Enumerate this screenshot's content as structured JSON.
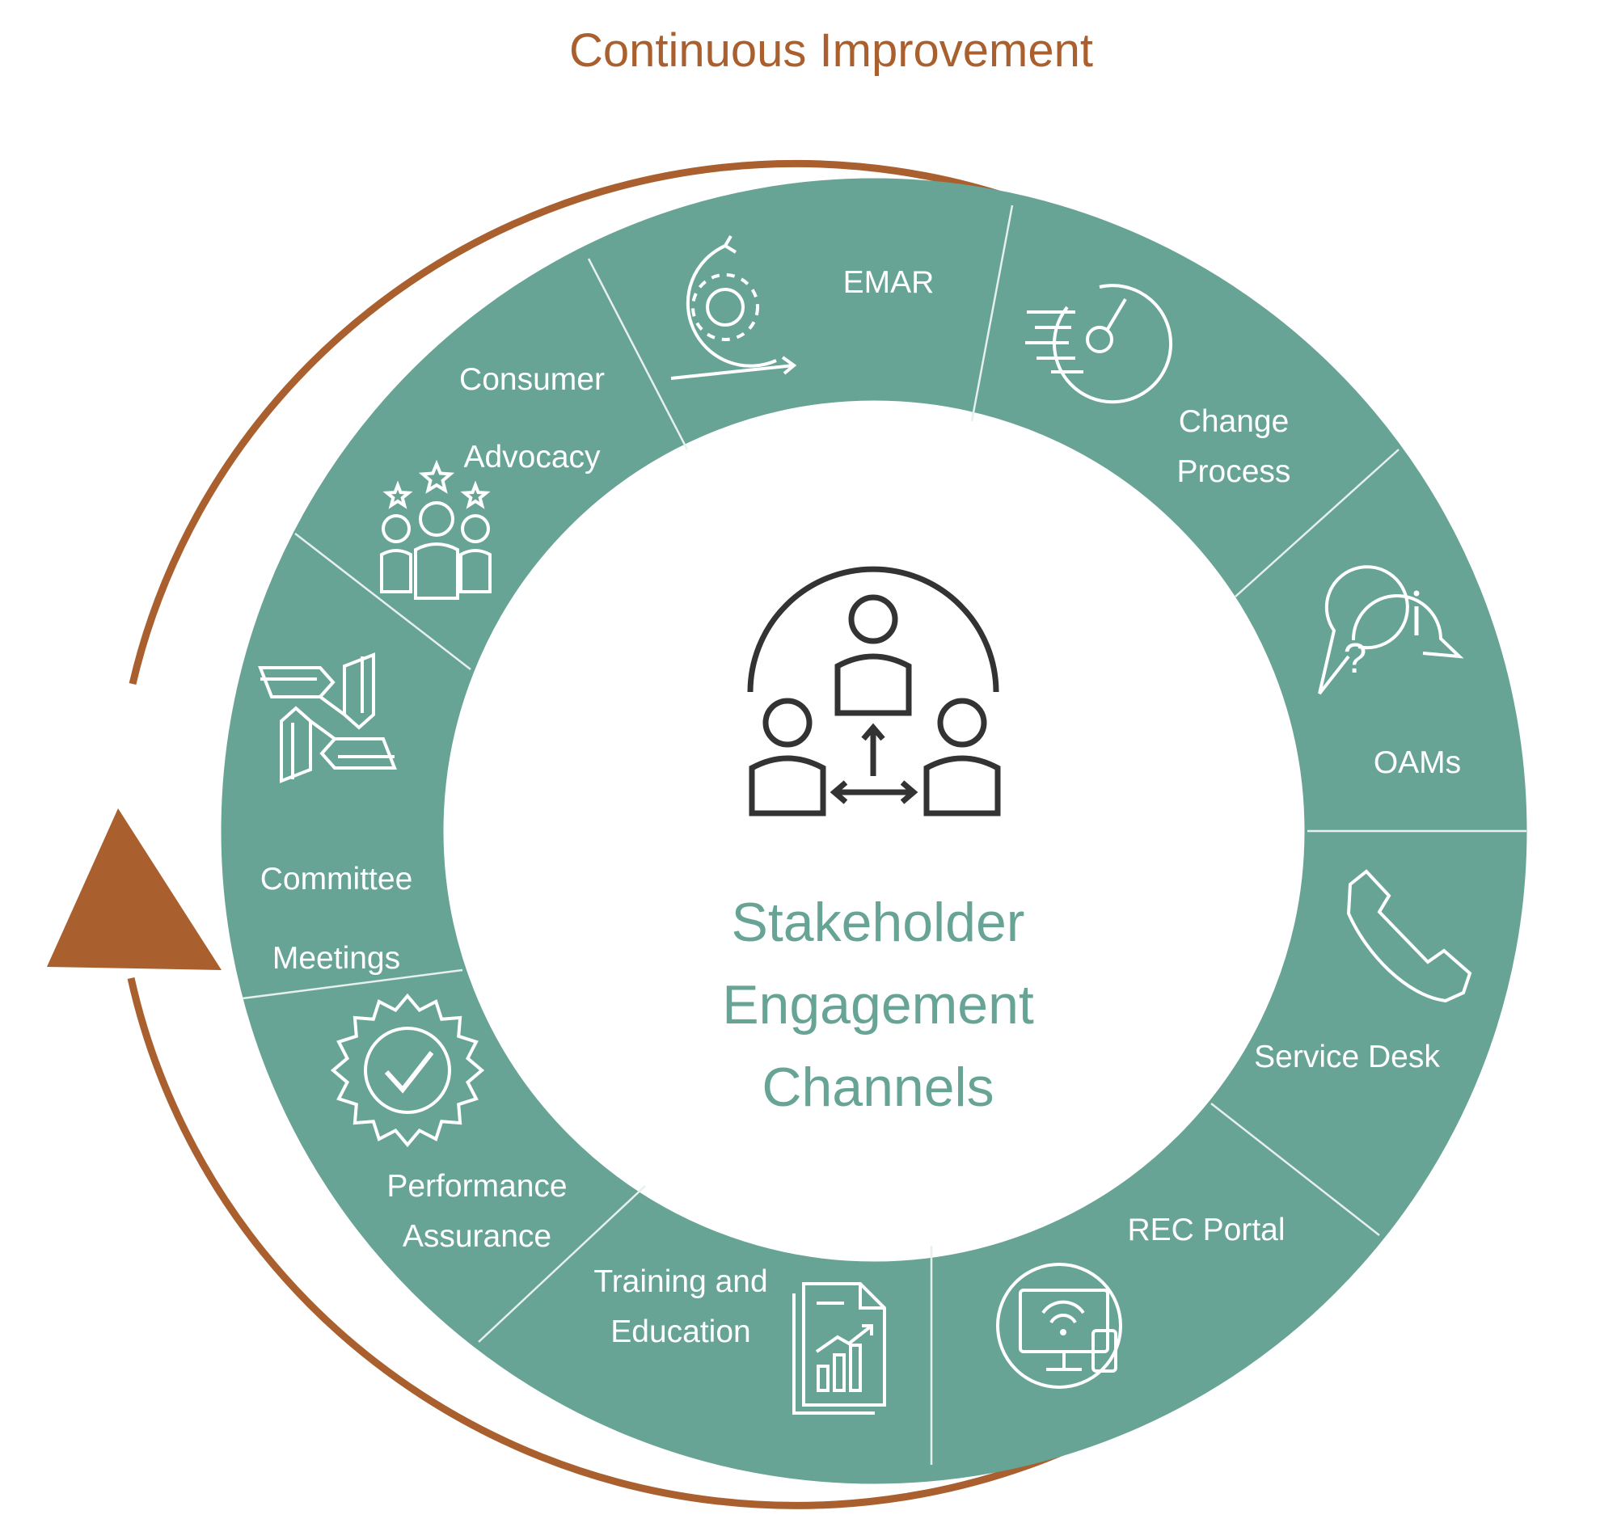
{
  "title": "Continuous Improvement",
  "colors": {
    "accent": "#A9602E",
    "ring": "#68A495",
    "ring_divider": "#E6F0ED",
    "icon_line": "#FFFFFF",
    "center_icon": "#333333",
    "center_text": "#68A495"
  },
  "center": {
    "icon": "stakeholder-group-icon",
    "lines": [
      "Stakeholder",
      "Engagement",
      "Channels"
    ]
  },
  "segments": [
    {
      "id": "emar",
      "label_lines": [
        "EMAR"
      ],
      "icon": "gear-cycle-icon"
    },
    {
      "id": "change-process",
      "label_lines": [
        "Change",
        "Process"
      ],
      "icon": "speedometer-icon"
    },
    {
      "id": "oams",
      "label_lines": [
        "OAMs"
      ],
      "icon": "question-info-bubbles-icon"
    },
    {
      "id": "service-desk",
      "label_lines": [
        "Service Desk"
      ],
      "icon": "phone-icon"
    },
    {
      "id": "rec-portal",
      "label_lines": [
        "REC Portal"
      ],
      "icon": "wifi-monitor-icon"
    },
    {
      "id": "training-education",
      "label_lines": [
        "Training and",
        "Education"
      ],
      "icon": "report-chart-icon"
    },
    {
      "id": "performance-assurance",
      "label_lines": [
        "Performance",
        "Assurance"
      ],
      "icon": "badge-check-icon"
    },
    {
      "id": "committee-meetings",
      "label_lines": [
        "Committee",
        "Meetings"
      ],
      "icon": "joined-hands-icon"
    },
    {
      "id": "consumer-advocacy",
      "label_lines": [
        "Consumer",
        "Advocacy"
      ],
      "icon": "people-stars-icon"
    }
  ]
}
